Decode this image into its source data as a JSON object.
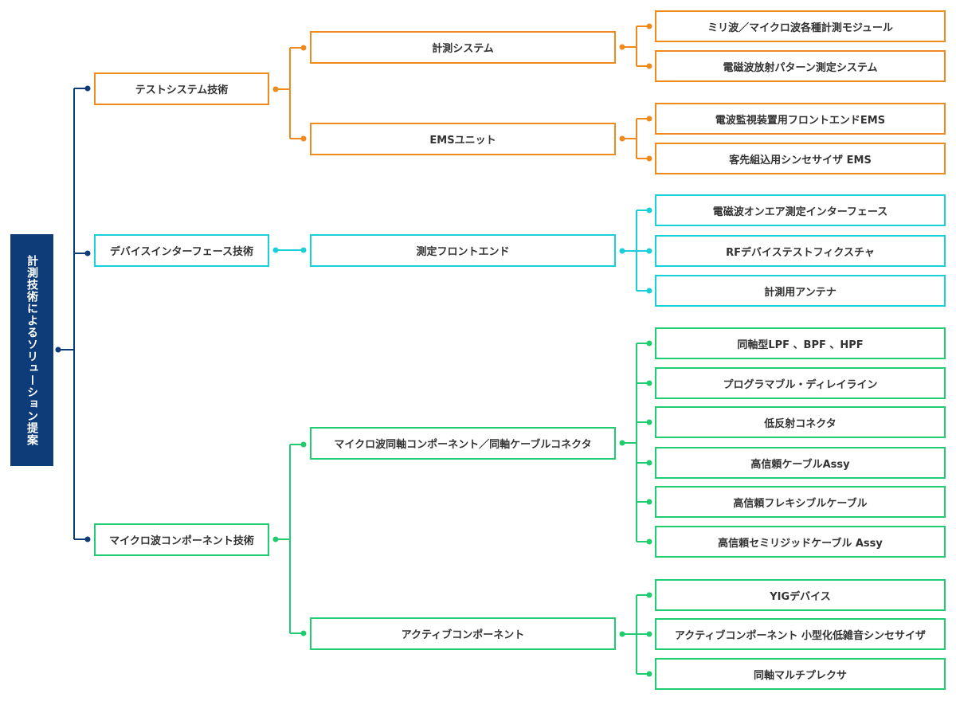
{
  "colors": {
    "root": "#0d3c78",
    "orange": "#f08a1c",
    "cyan": "#19cfd8",
    "green": "#1fcc70"
  },
  "root": "計測技術によるソリューション提案",
  "categories": [
    {
      "label": "テストシステム技術",
      "color": "orange",
      "subs": [
        {
          "label": "計測システム",
          "items": [
            "ミリ波／マイクロ波各種計測モジュール",
            "電磁波放射パターン測定システム"
          ]
        },
        {
          "label": "EMSユニット",
          "items": [
            "電波監視装置用フロントエンドEMS",
            "客先組込用シンセサイザ EMS"
          ]
        }
      ]
    },
    {
      "label": "デバイスインターフェース技術",
      "color": "cyan",
      "subs": [
        {
          "label": "測定フロントエンド",
          "items": [
            "電磁波オンエア測定インターフェース",
            "RFデバイステストフィクスチャ",
            "計測用アンテナ"
          ]
        }
      ]
    },
    {
      "label": "マイクロ波コンポーネント技術",
      "color": "green",
      "subs": [
        {
          "label": "マイクロ波同軸コンポーネント／同軸ケーブルコネクタ",
          "items": [
            "同軸型LPF 、BPF 、HPF",
            "プログラマブル・ディレイライン",
            "低反射コネクタ",
            "高信頼ケーブルAssy",
            "高信頼フレキシブルケーブル",
            "高信頼セミリジッドケーブル Assy"
          ]
        },
        {
          "label": "アクティブコンポーネント",
          "items": [
            "YIGデバイス",
            "アクティブコンポーネント 小型化低雑音シンセサイザ",
            "同軸マルチプレクサ"
          ]
        }
      ]
    }
  ]
}
